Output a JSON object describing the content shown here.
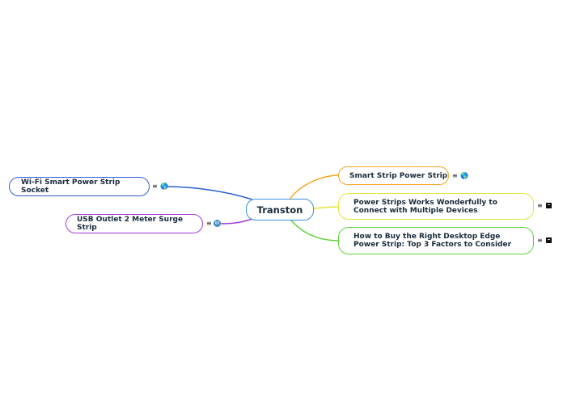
{
  "center": {
    "label": "Transton"
  },
  "nodes": [
    {
      "label": "Smart Strip Power Strip",
      "color": "#f5a623",
      "icons": [
        "notes-icon",
        "globe-icon"
      ]
    },
    {
      "label": "Power Strips Works Wonderfully to Connect with Multiple Devices",
      "color": "#e4e437",
      "icons": [
        "notes-icon",
        "document-icon"
      ]
    },
    {
      "label": "How to Buy the Right Desktop Edge Power Strip: Top 3 Factors to Consider",
      "color": "#5ed13a",
      "icons": [
        "notes-icon",
        "document-icon"
      ]
    },
    {
      "label": "Wi-Fi Smart Power Strip Socket",
      "color": "#2b5fd0",
      "icons": [
        "notes-icon",
        "globe-icon"
      ]
    },
    {
      "label": "USB Outlet 2 Meter Surge Strip",
      "color": "#a43bd6",
      "icons": [
        "notes-icon",
        "wordpress-icon"
      ]
    }
  ]
}
